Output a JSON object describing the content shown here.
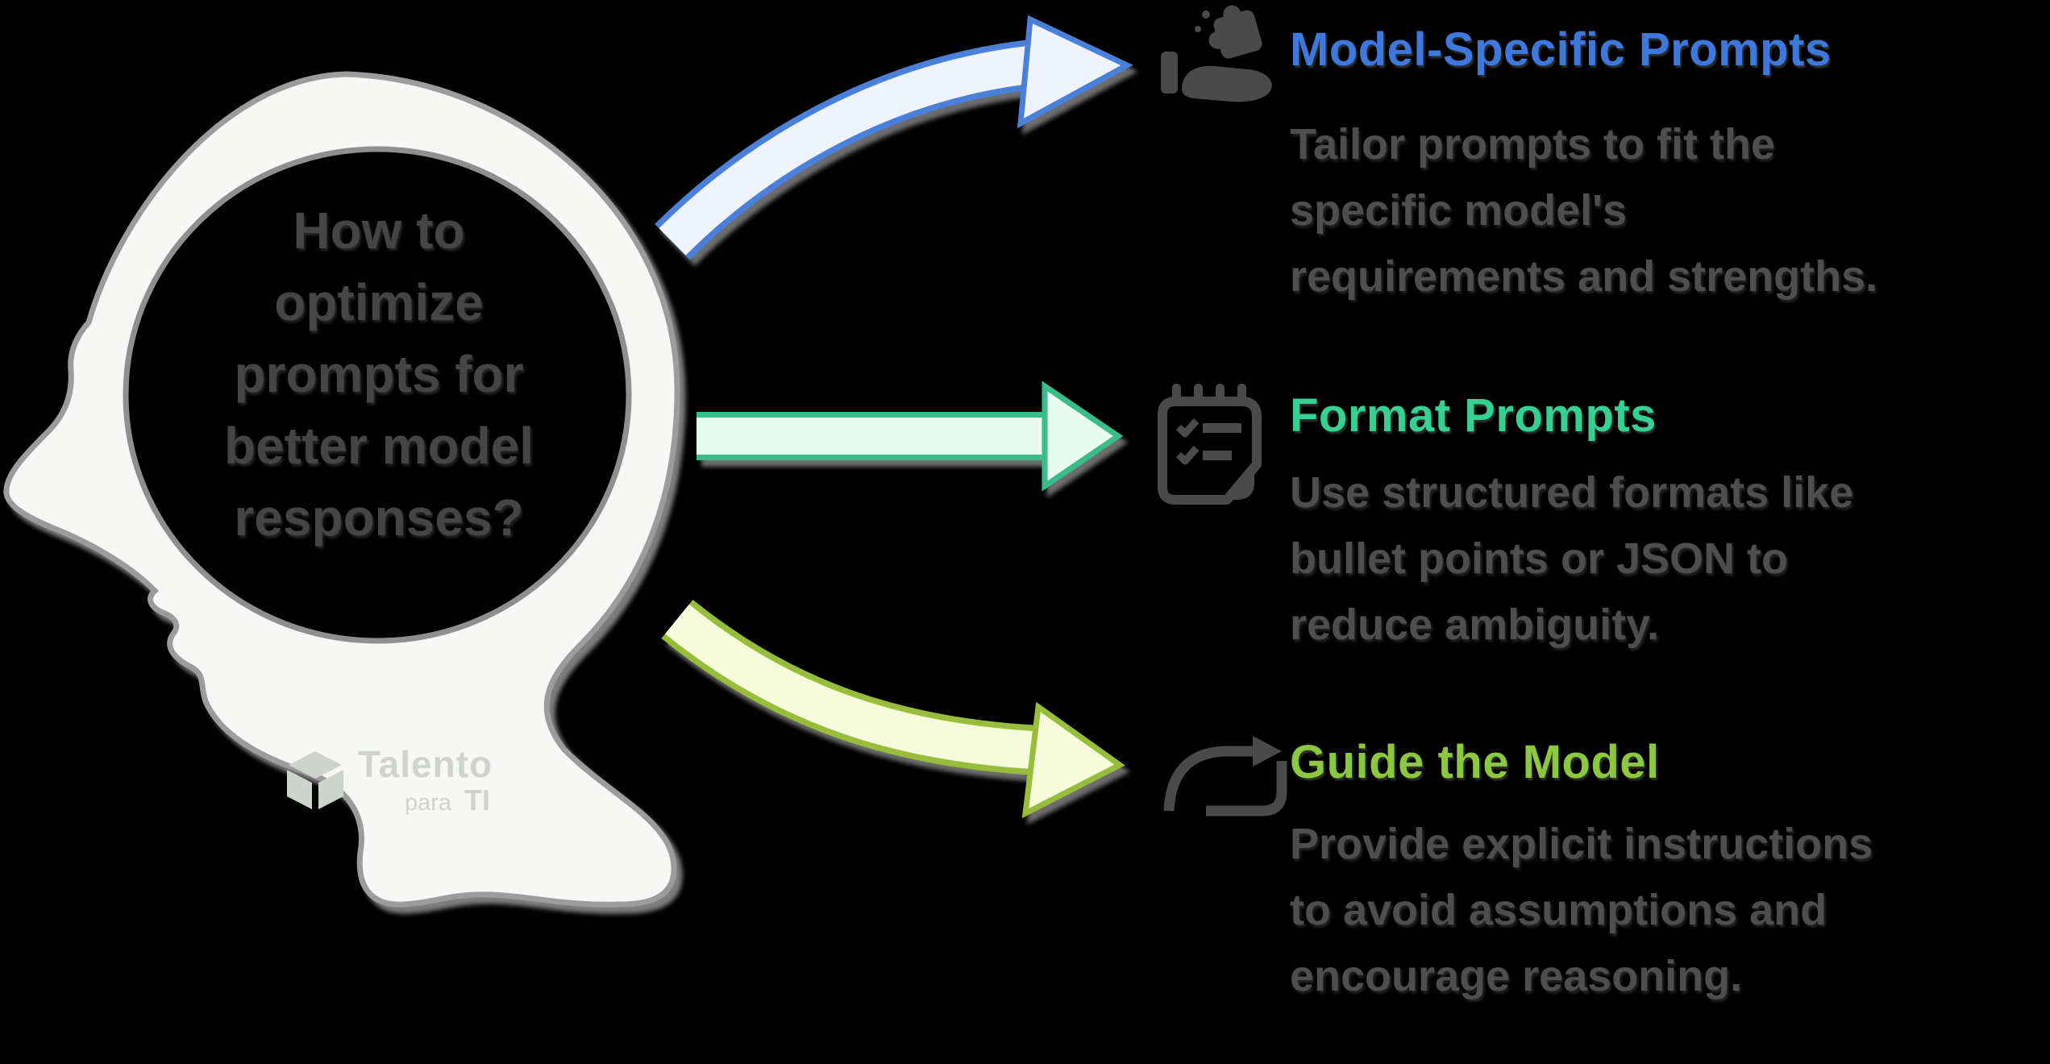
{
  "background": "#000000",
  "head": {
    "question": "How to optimize prompts for better model responses?",
    "question_lines": [
      "How to",
      "optimize",
      "prompts for",
      "better model",
      "responses?"
    ],
    "fill": "#f7f7f6",
    "outline": "#9c9c9c",
    "logo": {
      "name": "Talento para TI",
      "line1": "Talento",
      "line2a": "para",
      "line2b": "TI",
      "color": "#cfd3ce"
    }
  },
  "sections": [
    {
      "title": "Model-Specific Prompts",
      "title_color": "#3e78dc",
      "icon": "hand-holding-puzzle-icon",
      "arrow": {
        "shape": "curved-up",
        "fill": "#eef3fd",
        "stroke": "#4c80da"
      },
      "body": "Tailor prompts to fit the specific model's requirements and strengths.",
      "body_lines": [
        "Tailor prompts to fit the",
        "specific model's",
        "requirements and strengths."
      ]
    },
    {
      "title": "Format Prompts",
      "title_color": "#35d093",
      "icon": "notepad-checklist-icon",
      "arrow": {
        "shape": "straight",
        "fill": "#e9fcf1",
        "stroke": "#3abd8a"
      },
      "body": "Use structured formats like bullet points or JSON to reduce ambiguity.",
      "body_lines": [
        "Use structured formats like",
        "bullet points or JSON to",
        "reduce ambiguity."
      ]
    },
    {
      "title": "Guide the Model",
      "title_color": "#8dc63f",
      "icon": "route-arrow-icon",
      "arrow": {
        "shape": "curved-down",
        "fill": "#f5fbdb",
        "stroke": "#97bd3b"
      },
      "body": "Provide explicit instructions to avoid assumptions and encourage reasoning.",
      "body_lines": [
        "Provide explicit instructions",
        "to avoid assumptions and",
        "encourage reasoning."
      ]
    }
  ],
  "text_color_body": "#4e4e4e",
  "icon_color": "#4a4a4a"
}
